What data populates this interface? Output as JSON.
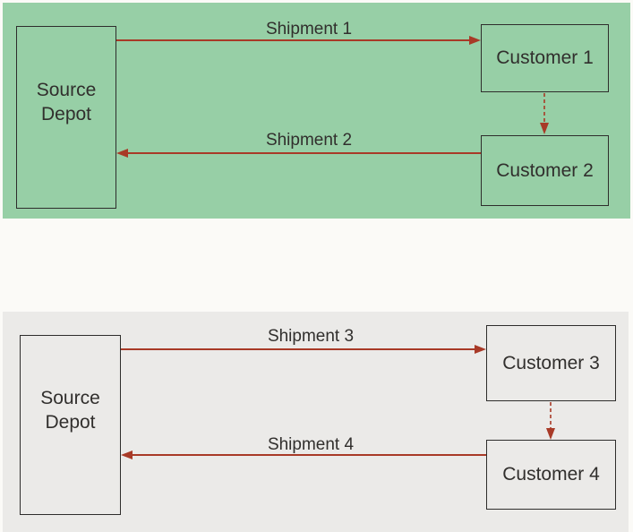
{
  "colors": {
    "page_bg": "#FBFAF7",
    "panel1_bg": "#97CFA6",
    "panel2_bg": "#EBEAE8",
    "arrow": "#A83A27",
    "box_border": "#2E2D2C",
    "text": "#312F2D"
  },
  "diagram1": {
    "depot": {
      "line1": "Source",
      "line2": "Depot"
    },
    "customer1": "Customer 1",
    "customer2": "Customer 2",
    "shipment1": "Shipment 1",
    "shipment2": "Shipment 2"
  },
  "diagram2": {
    "depot": {
      "line1": "Source",
      "line2": "Depot"
    },
    "customer1": "Customer 3",
    "customer2": "Customer 4",
    "shipment1": "Shipment 3",
    "shipment2": "Shipment 4"
  }
}
